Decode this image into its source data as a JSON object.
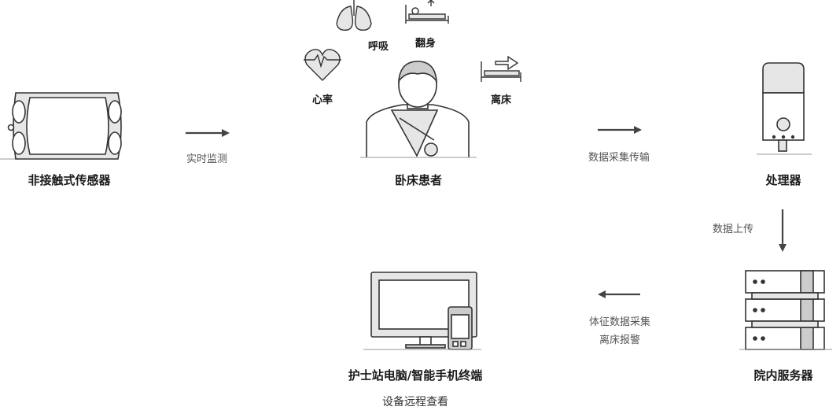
{
  "nodes": {
    "sensor": "非接触式传感器",
    "patient": "卧床患者",
    "processor": "处理器",
    "server": "院内服务器",
    "terminal": "护士站电脑/智能手机终端",
    "terminal_sub": "设备远程查看"
  },
  "metrics": {
    "respiration": "呼吸",
    "turnover": "翻身",
    "heart_rate": "心率",
    "bed_exit": "离床"
  },
  "flows": {
    "realtime": "实时监测",
    "transmit": "数据采集传输",
    "upload": "数据上传",
    "collect_line1": "体征数据采集",
    "collect_line2": "离床报警"
  },
  "colors": {
    "stroke": "#333333",
    "fill_light": "#e6e6e6",
    "fill_mid": "#cccccc"
  }
}
